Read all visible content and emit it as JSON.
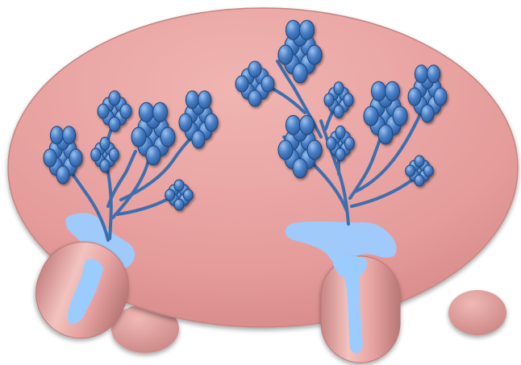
{
  "colors": {
    "background": "#ffffff",
    "tissue_body": "#e59c9b",
    "tissue_highlight": "#f3c3bf",
    "tissue_shadow": "#b87776",
    "branch": "#3d6fae",
    "cluster_fill": "#4a80c8",
    "cluster_highlight": "#9bc2ee",
    "cluster_outline": "#1f4679",
    "duct": "#9bccff"
  },
  "structures": {
    "tissue": "oval-tissue",
    "left_plant": {
      "clusters": 6,
      "cluster_sizes": [
        "large",
        "large",
        "medium",
        "small",
        "medium",
        "small"
      ]
    },
    "right_plant": {
      "clusters": 8,
      "cluster_sizes": [
        "large",
        "large",
        "medium",
        "medium",
        "large",
        "large",
        "small",
        "small"
      ]
    },
    "appendages": 4
  }
}
